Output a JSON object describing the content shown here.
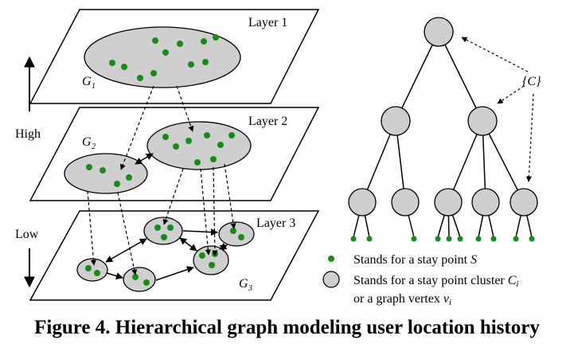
{
  "layers": [
    {
      "label": "Layer 1",
      "graph": "G",
      "sub": "1"
    },
    {
      "label": "Layer 2",
      "graph": "G",
      "sub": "2"
    },
    {
      "label": "Layer 3",
      "graph": "G",
      "sub": "3"
    }
  ],
  "axis": {
    "high": "High",
    "low": "Low"
  },
  "tree": {
    "cluster_label": "{C}"
  },
  "legend": {
    "point": {
      "text": "Stands for a stay point ",
      "symbol": "S"
    },
    "cluster_line1": {
      "text": "Stands for a stay point cluster ",
      "symbol": "C",
      "sub": "i"
    },
    "cluster_line2": {
      "text": "or a graph vertex ",
      "symbol": "v",
      "sub": "i"
    }
  },
  "caption": "Figure 4. Hierarchical graph modeling user location history",
  "colors": {
    "point": "#1a8a1a",
    "cluster_fill": "#cfcfcf",
    "stroke": "#000000"
  }
}
